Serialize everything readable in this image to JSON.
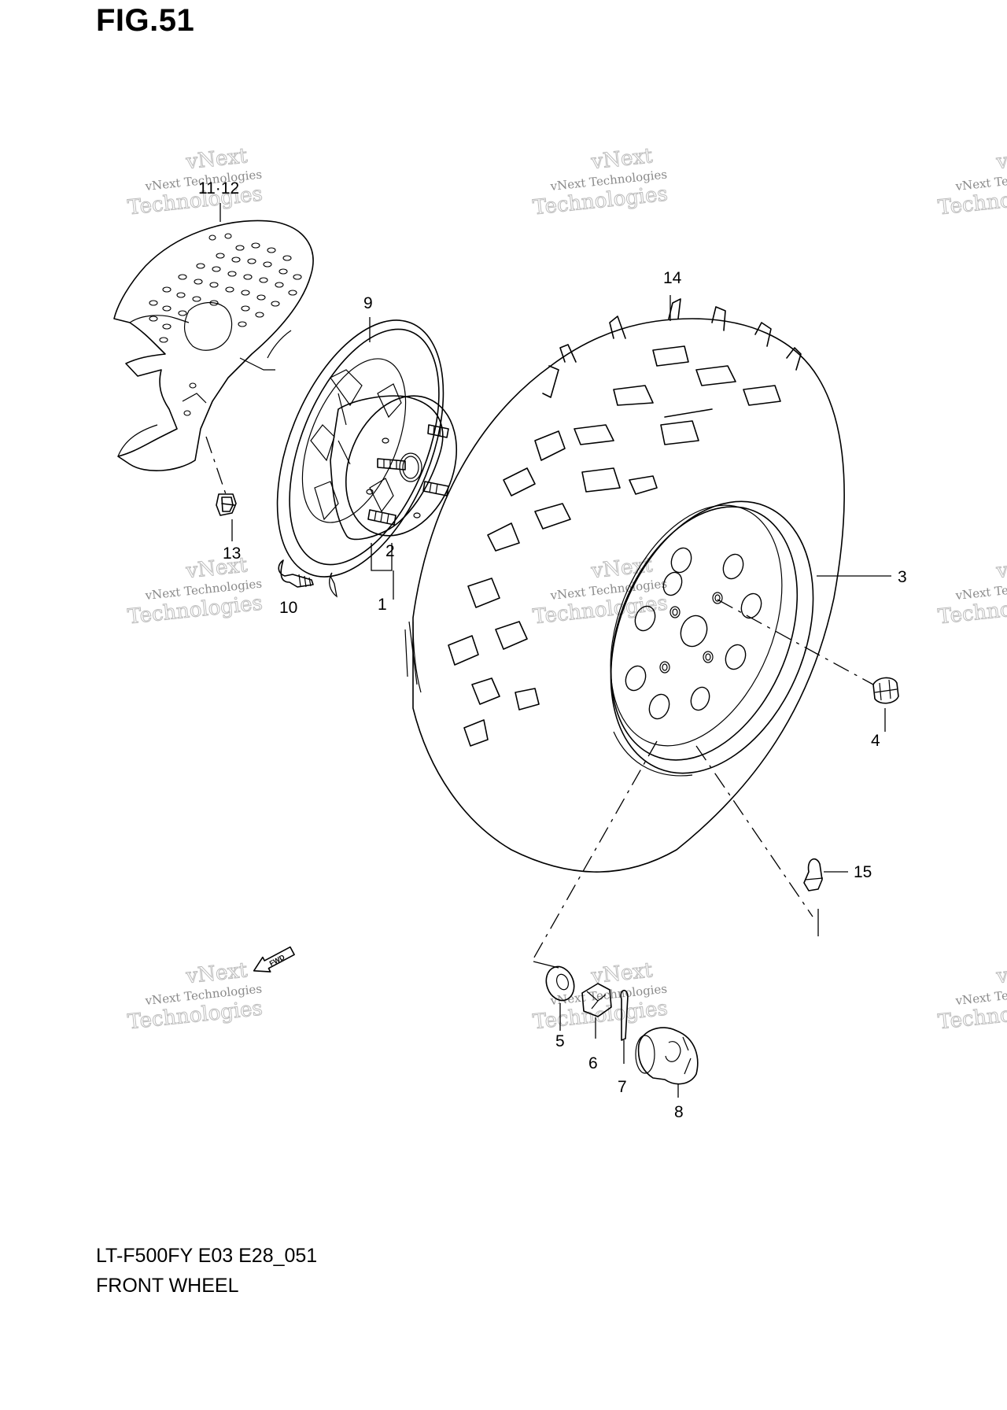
{
  "figure": {
    "title": "FIG.51",
    "model_code": "LT-F500FY E03 E28_051",
    "name": "FRONT WHEEL"
  },
  "callouts": [
    {
      "id": "p1",
      "text": "1"
    },
    {
      "id": "p2",
      "text": "2"
    },
    {
      "id": "p3",
      "text": "3"
    },
    {
      "id": "p4",
      "text": "4"
    },
    {
      "id": "p5",
      "text": "5"
    },
    {
      "id": "p6",
      "text": "6"
    },
    {
      "id": "p7",
      "text": "7"
    },
    {
      "id": "p8",
      "text": "8"
    },
    {
      "id": "p9",
      "text": "9"
    },
    {
      "id": "p10",
      "text": "10"
    },
    {
      "id": "p11_12",
      "text": "11·12"
    },
    {
      "id": "p13",
      "text": "13"
    },
    {
      "id": "p14",
      "text": "14"
    },
    {
      "id": "p15",
      "text": "15"
    }
  ],
  "watermark": {
    "line1": "vNext",
    "line2": "vNext Technologies",
    "line3": "Technologies"
  },
  "direction_arrow": {
    "text": "FWD",
    "icon": "forward-arrow-icon"
  }
}
